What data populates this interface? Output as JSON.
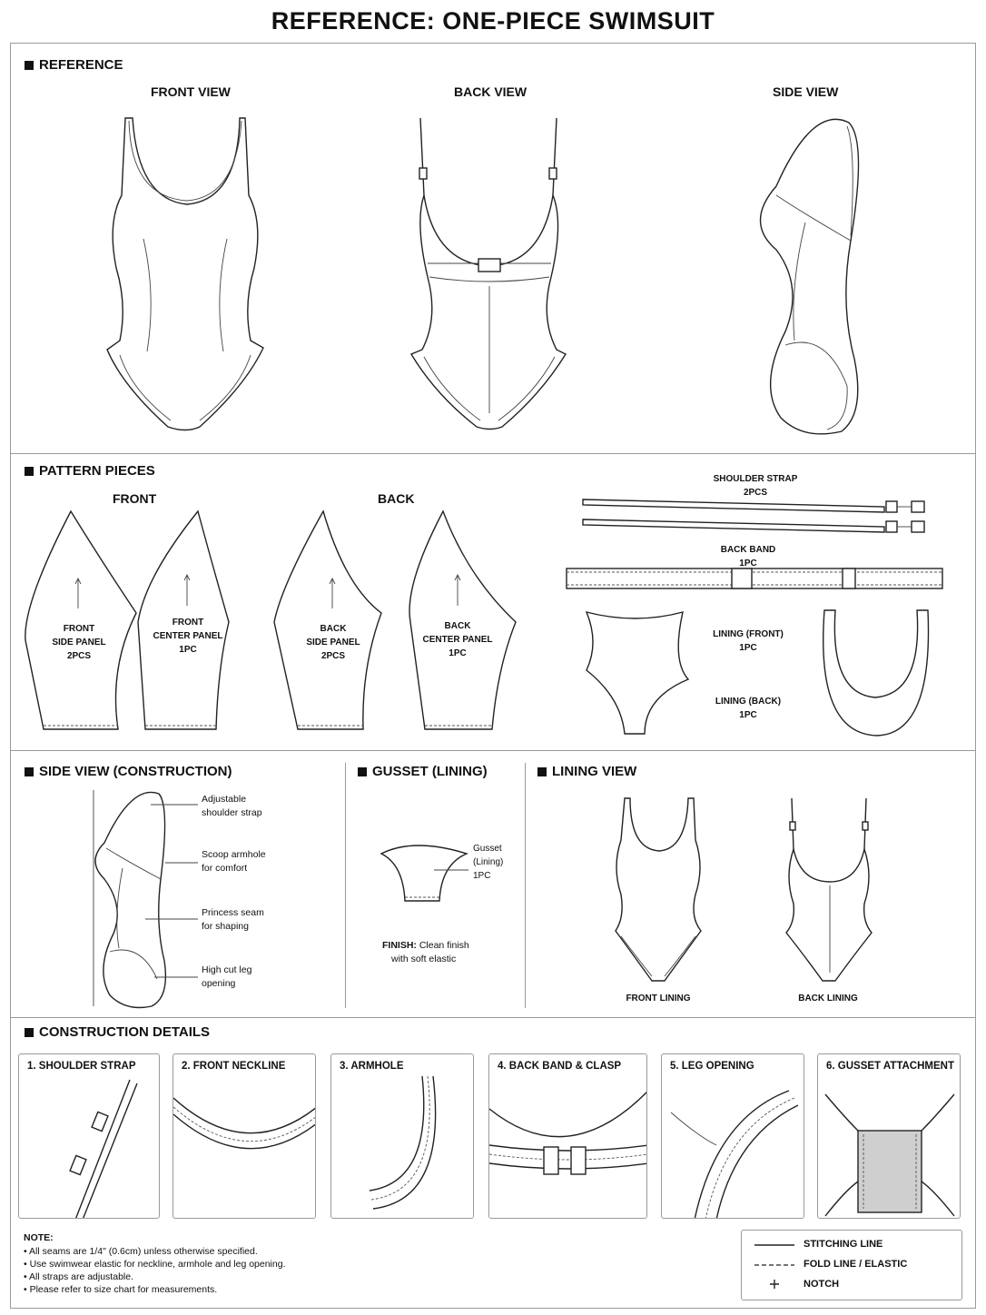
{
  "title": "REFERENCE: ONE-PIECE SWIMSUIT",
  "sections": {
    "reference": "REFERENCE",
    "pattern_pieces": "PATTERN PIECES",
    "side_construction": "SIDE VIEW (CONSTRUCTION)",
    "gusset": "GUSSET (LINING)",
    "lining_view": "LINING VIEW",
    "construction_details": "CONSTRUCTION DETAILS"
  },
  "reference_views": {
    "front": "FRONT VIEW",
    "back": "BACK VIEW",
    "side": "SIDE VIEW"
  },
  "pattern": {
    "front_heading": "FRONT",
    "back_heading": "BACK",
    "front_side": "FRONT\nSIDE PANEL\n2PCS",
    "front_center": "FRONT\nCENTER PANEL\n1PC",
    "back_side": "BACK\nSIDE PANEL\n2PCS",
    "back_center": "BACK\nCENTER PANEL\n1PC",
    "shoulder_strap": "SHOULDER STRAP\n2PCS",
    "back_band": "BACK BAND\n1PC",
    "lining_front": "LINING (FRONT)\n1PC",
    "lining_back": "LINING (BACK)\n1PC"
  },
  "side_callouts": {
    "strap": "Adjustable\nshoulder strap",
    "armhole": "Scoop armhole\nfor comfort",
    "seam": "Princess seam\nfor shaping",
    "leg": "High cut leg\nopening"
  },
  "gusset": {
    "label": "Gusset\n(Lining)\n1PC",
    "finish_bold": "FINISH:",
    "finish_text": " Clean finish",
    "finish_line2": "with soft elastic"
  },
  "lining": {
    "front": "FRONT LINING",
    "back": "BACK LINING"
  },
  "details": [
    "1. SHOULDER STRAP",
    "2. FRONT NECKLINE",
    "3. ARMHOLE",
    "4. BACK BAND & CLASP",
    "5. LEG OPENING",
    "6. GUSSET ATTACHMENT"
  ],
  "notes": {
    "heading": "NOTE:",
    "items": [
      "All seams are 1/4\" (0.6cm) unless otherwise specified.",
      "Use swimwear elastic for neckline, armhole and leg opening.",
      "All straps are adjustable.",
      "Please refer to size chart for measurements."
    ]
  },
  "legend": {
    "stitching": "STITCHING LINE",
    "fold": "FOLD LINE / ELASTIC",
    "notch": "NOTCH"
  }
}
